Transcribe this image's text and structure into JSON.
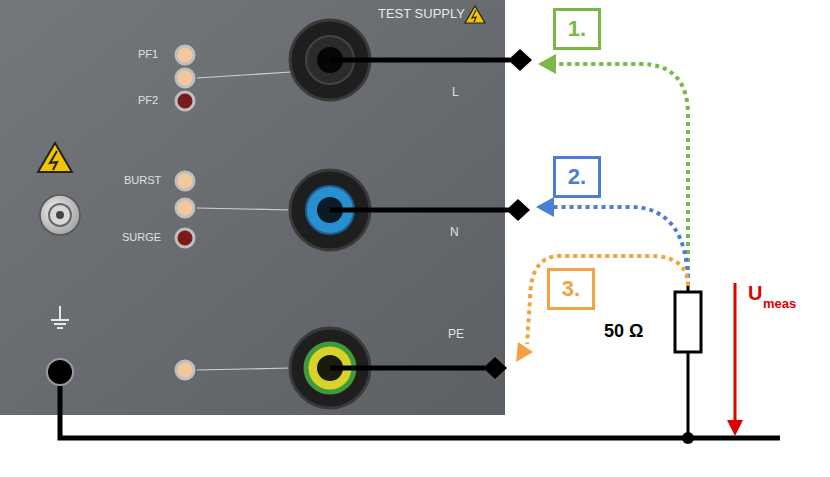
{
  "diagram": {
    "nodes": [
      {
        "text": [
          "1."
        ]
      },
      {
        "text": [
          "2."
        ]
      },
      {
        "text": [
          "3."
        ]
      }
    ],
    "labels": [
      "TEST SUPPLY",
      "PF1",
      "PF2",
      "BURST",
      "SURGE",
      "L",
      "N",
      "PE",
      "50 Ω",
      "U",
      "meas"
    ]
  }
}
